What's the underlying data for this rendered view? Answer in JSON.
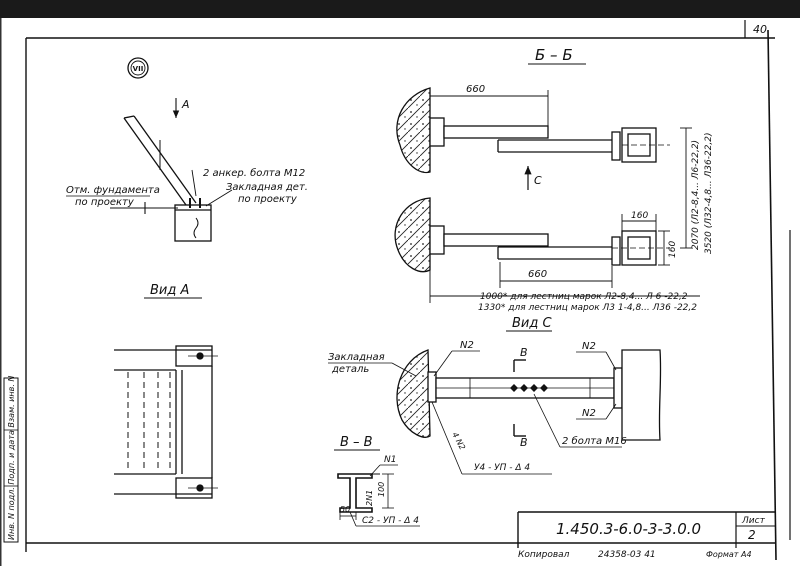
{
  "sheet_number": "40",
  "stamp": "VII",
  "view_a": {
    "arrow_label": "A",
    "note_foundation_line1": "Отм. фундамента",
    "note_foundation_line2": "по проекту",
    "note_bolts": "2 анкер. болта М12",
    "note_embedded_line1": "Закладная дет.",
    "note_embedded_line2": "по проекту"
  },
  "section_bb": {
    "title": "Б – Б",
    "dim_top": "660",
    "dim_bottom": "660",
    "dim_square_w": "160",
    "dim_square_h": "160",
    "arrow_label": "С",
    "vertical_dim_1": "2070 (Л2-8,4... Л6-22,2)",
    "vertical_dim_2": "3520 (Л32-4,8... Л36-22,2)",
    "note_1": "1000* для лестниц марок Л2-8,4... Л 6 -22,2",
    "note_2": "1330* для лестниц марок Л3 1-4,8... Л36 -22,2"
  },
  "view_a_title": "Вид А",
  "view_c": {
    "title": "Вид С",
    "note_embedded_line1": "Закладная",
    "note_embedded_line2": "деталь",
    "marker_n2_left": "N2",
    "marker_n2_right": "N2",
    "marker_n2_lower": "N2",
    "cut_label_top": "В",
    "cut_label_bottom": "В",
    "weld_diag": "4 N2",
    "note_bolts": "2 болта М16",
    "weld_note": "У4 - УП - Δ 4"
  },
  "section_vv": {
    "title": "В – В",
    "marker_n1": "N1",
    "dim_100": "100",
    "dim_50": "50",
    "dim_2n1": "2N1",
    "weld_note": "С2 - УП - Δ 4"
  },
  "sidebar_text": "Инв. N подл. Подп. и дата Взам. инв. N",
  "title_block": {
    "designation": "1.450.3-6.0-3-3.0.0",
    "sheet_label": "Лист",
    "sheet_value": "2",
    "footer_left": "Копировал",
    "footer_mid": "24358-03   41",
    "footer_right": "Формат А4"
  }
}
